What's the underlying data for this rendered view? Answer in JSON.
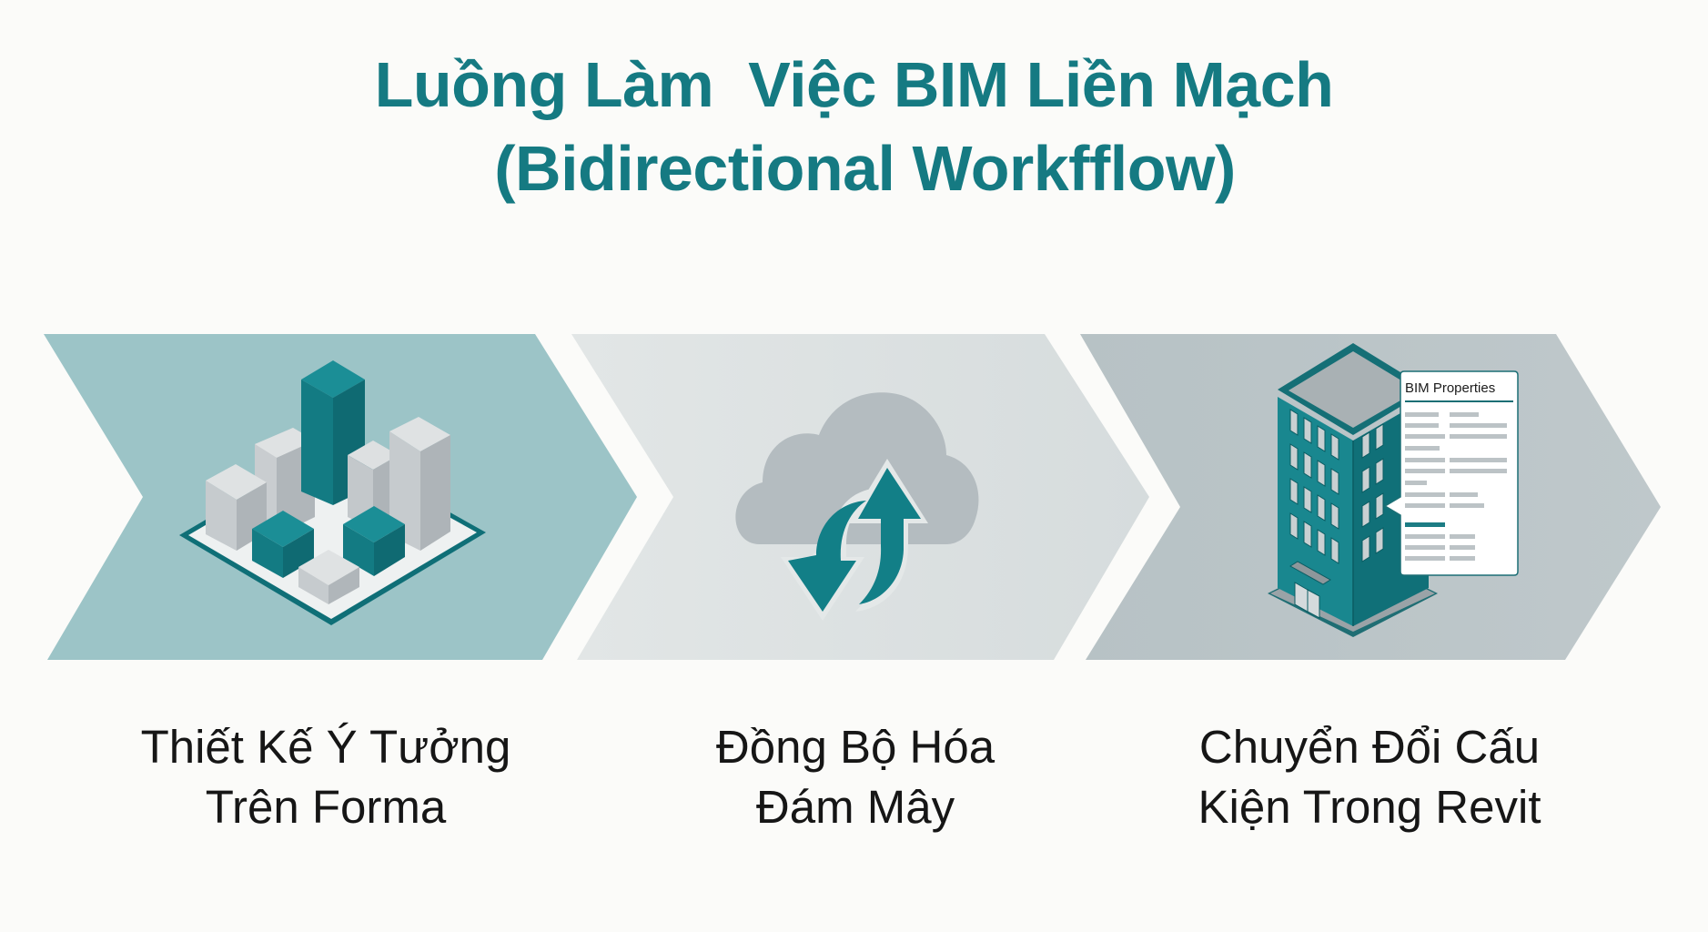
{
  "title": {
    "line1": "Luồng Làm  Việc BIM Liền Mạch",
    "line2": "(Bidirectional Workfflow)",
    "color": "#157a82"
  },
  "steps": [
    {
      "id": "step-1",
      "icon": "city-blocks-3d-icon",
      "fill_color": "#9cc4c7",
      "caption_line1": "Thiết Kế Ý Tưởng",
      "caption_line2": "Trên Forma"
    },
    {
      "id": "step-2",
      "icon": "cloud-sync-icon",
      "fill_color": "#dee3e3",
      "caption_line1": "Đồng Bộ Hóa",
      "caption_line2": "Đám Mây"
    },
    {
      "id": "step-3",
      "icon": "building-bim-properties-icon",
      "fill_color": "#bac5c8",
      "caption_line1": "Chuyển Đổi Cấu",
      "caption_line2": "Kiện Trong Revit",
      "card_title": "BIM Properties"
    }
  ],
  "colors": {
    "background": "#fbfbf9",
    "teal": "#157a82",
    "teal_dark": "#0f6d74",
    "gray_light": "#d4d8d9",
    "gray_mid": "#aeb5b8",
    "text": "#161616"
  }
}
